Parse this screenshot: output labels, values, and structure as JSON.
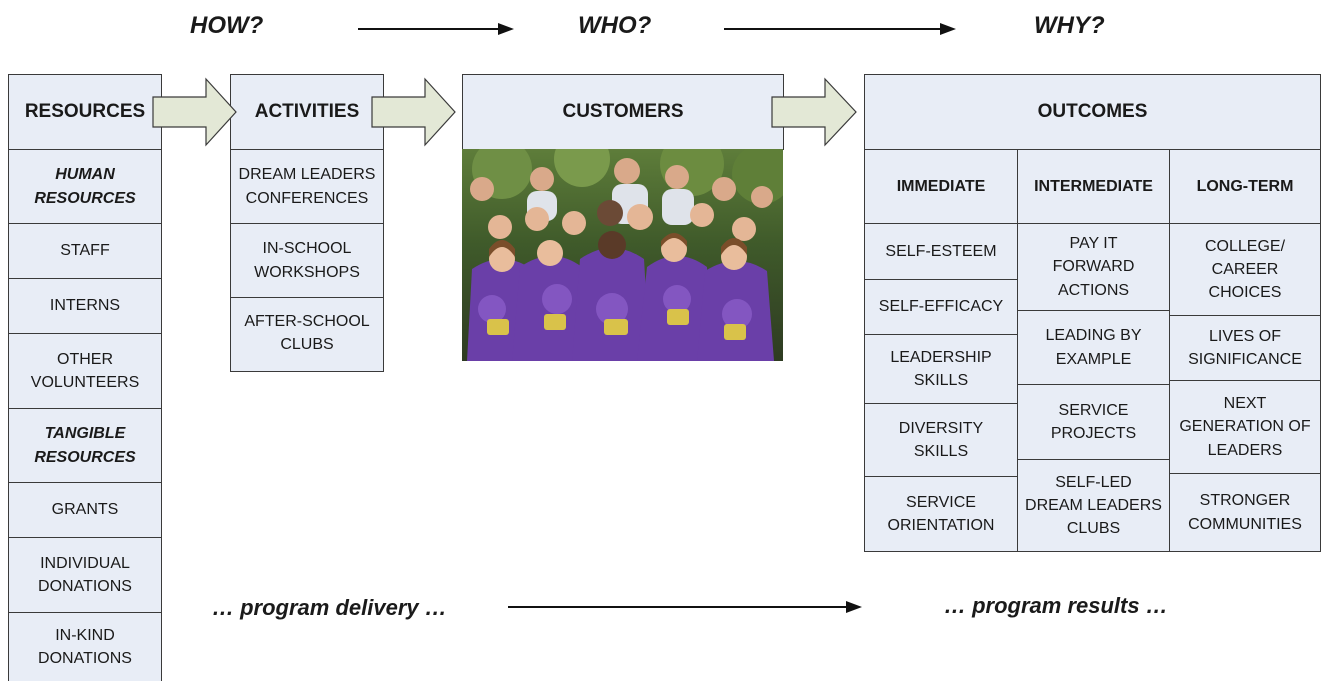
{
  "top_labels": {
    "how": "HOW?",
    "who": "WHO?",
    "why": "WHY?"
  },
  "columns": {
    "resources": {
      "header": "RESOURCES",
      "items": [
        "HUMAN\nRESOURCES",
        "STAFF",
        "INTERNS",
        "OTHER\nVOLUNTEERS",
        "TANGIBLE\nRESOURCES",
        "GRANTS",
        "INDIVIDUAL\nDONATIONS",
        "IN-KIND\nDONATIONS"
      ]
    },
    "activities": {
      "header": "ACTIVITIES",
      "items": [
        "DREAM LEADERS\nCONFERENCES",
        "IN-SCHOOL\nWORKSHOPS",
        "AFTER-SCHOOL\nCLUBS"
      ]
    },
    "customers": {
      "header": "CUSTOMERS"
    },
    "outcomes": {
      "header": "OUTCOMES",
      "subheaders": [
        "IMMEDIATE",
        "INTERMEDIATE",
        "LONG-TERM"
      ],
      "immediate": [
        "SELF-ESTEEM",
        "SELF-EFFICACY",
        "LEADERSHIP\nSKILLS",
        "DIVERSITY\nSKILLS",
        "SERVICE\nORIENTATION"
      ],
      "intermediate": [
        "PAY IT\nFORWARD\nACTIONS",
        "LEADING BY\nEXAMPLE",
        "SERVICE\nPROJECTS",
        "SELF-LED\nDREAM LEADERS\nCLUBS"
      ],
      "long_term": [
        "COLLEGE/\nCAREER\nCHOICES",
        "LIVES OF\nSIGNIFICANCE",
        "NEXT\nGENERATION OF\nLEADERS",
        "STRONGER\nCOMMUNITIES"
      ]
    }
  },
  "footer": {
    "delivery": "… program delivery …",
    "results": "… program results …"
  },
  "colors": {
    "cell_fill": "#e8edf6",
    "arrow_fill": "#e3e8d6",
    "shirt_purple": "#6a3fa8"
  }
}
